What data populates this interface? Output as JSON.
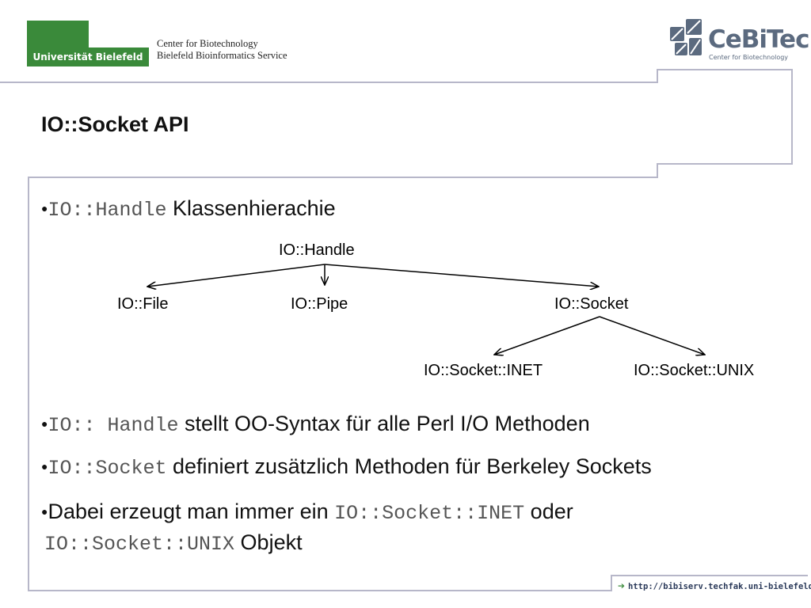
{
  "header": {
    "university": "Universität Bielefeld",
    "center_line1": "Center for Biotechnology",
    "center_line2": "Bielefeld Bioinformatics Service",
    "cebitec_name": "CeBiTec",
    "cebitec_subtitle": "Center for Biotechnology"
  },
  "slide": {
    "title": "IO::Socket API",
    "bullets": [
      {
        "code": "IO::Handle",
        "text": " Klassenhierachie"
      },
      {
        "code": "IO:: Handle",
        "text": " stellt OO-Syntax für alle Perl I/O Methoden"
      },
      {
        "code": "IO::Socket",
        "text": " definiert zusätzlich Methoden für Berkeley Sockets"
      },
      {
        "text_before": "Dabei erzeugt man immer ein ",
        "code1": "IO::Socket::INET",
        "text_middle": " oder",
        "code2": "IO::Socket::UNIX",
        "text_after": " Objekt"
      }
    ]
  },
  "diagram": {
    "root": "IO::Handle",
    "children": [
      "IO::File",
      "IO::Pipe",
      "IO::Socket"
    ],
    "socket_children": [
      "IO::Socket::INET",
      "IO::Socket::UNIX"
    ]
  },
  "footer": {
    "url": "http://bibiserv.techfak.uni-bielefeld.de/"
  },
  "colors": {
    "uni_green": "#3a8a3a",
    "frame_gray": "#b7b7c9",
    "cebitec_blue": "#5b6a7f"
  }
}
